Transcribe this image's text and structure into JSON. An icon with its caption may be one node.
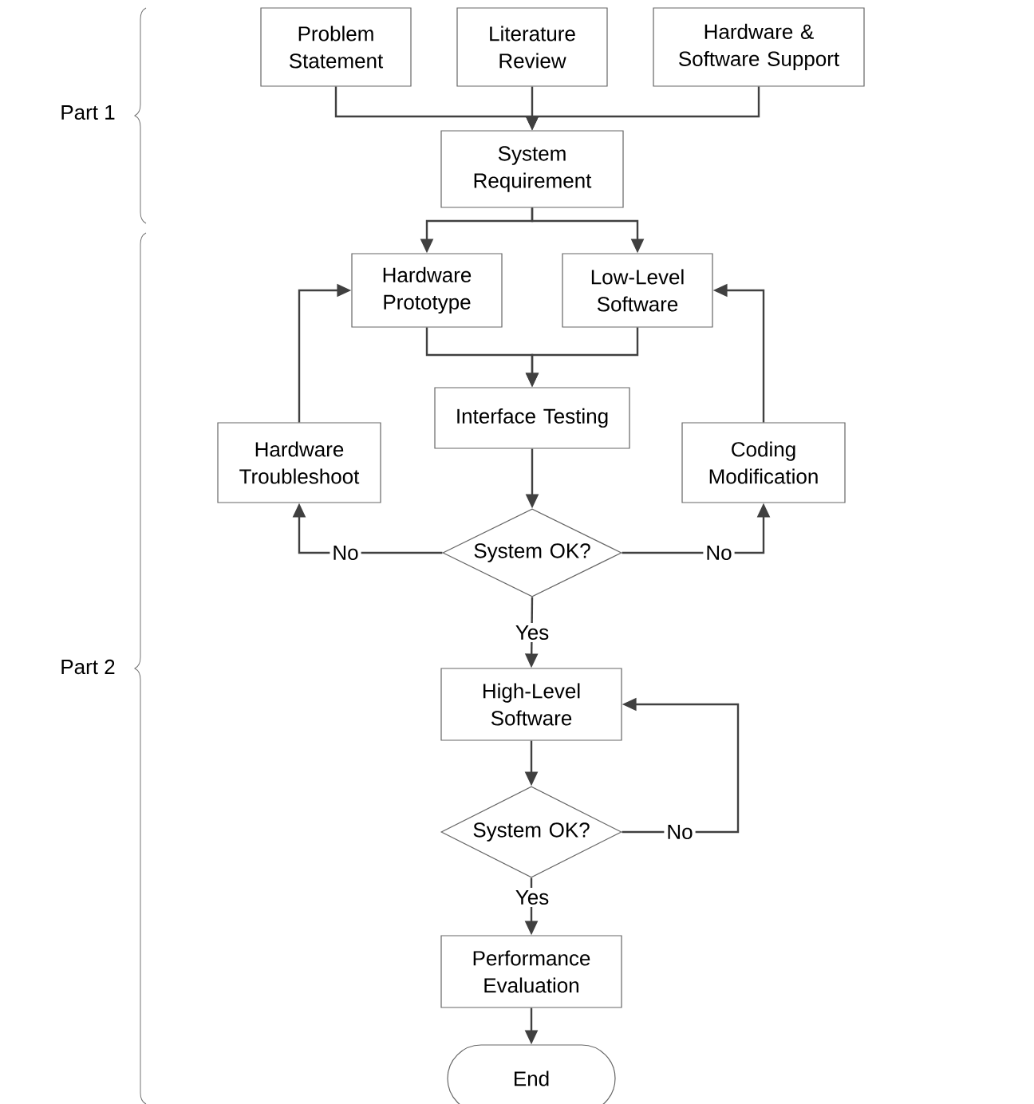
{
  "diagram": {
    "nodes": [
      {
        "text": [
          "Problem Statement"
        ]
      },
      {
        "text": [
          "Literature Review"
        ]
      },
      {
        "text": [
          "Hardware & Software Support"
        ]
      },
      {
        "text": [
          "System Requirement"
        ]
      },
      {
        "text": [
          "Hardware Prototype"
        ]
      },
      {
        "text": [
          "Low-Level Software"
        ]
      },
      {
        "text": [
          "Interface Testing"
        ]
      },
      {
        "text": [
          "Hardware Troubleshoot"
        ]
      },
      {
        "text": [
          "Coding Modification"
        ]
      },
      {
        "text": [
          "System OK?"
        ]
      },
      {
        "text": [
          "High-Level Software"
        ]
      },
      {
        "text": [
          "System OK?"
        ]
      },
      {
        "text": [
          "Performance Evaluation"
        ]
      },
      {
        "text": [
          "End"
        ]
      }
    ],
    "edges": [
      {
        "from": 0,
        "to": 3,
        "arrow": "to"
      },
      {
        "from": 1,
        "to": 3,
        "arrow": "to"
      },
      {
        "from": 2,
        "to": 3,
        "arrow": "to"
      },
      {
        "from": 3,
        "to": 4,
        "arrow": "to"
      },
      {
        "from": 3,
        "to": 5,
        "arrow": "to"
      },
      {
        "from": 4,
        "to": 6,
        "arrow": "to"
      },
      {
        "from": 5,
        "to": 6,
        "arrow": "to"
      },
      {
        "from": 6,
        "to": 9,
        "arrow": "to"
      },
      {
        "from": 9,
        "to": 7,
        "arrow": "to",
        "label": "No"
      },
      {
        "from": 9,
        "to": 8,
        "arrow": "to",
        "label": "No"
      },
      {
        "from": 7,
        "to": 4,
        "arrow": "to"
      },
      {
        "from": 8,
        "to": 5,
        "arrow": "to"
      },
      {
        "from": 9,
        "to": 10,
        "arrow": "to",
        "label": "Yes"
      },
      {
        "from": 10,
        "to": 11,
        "arrow": "to"
      },
      {
        "from": 11,
        "to": 10,
        "arrow": "to",
        "label": "No"
      },
      {
        "from": 11,
        "to": 12,
        "arrow": "to",
        "label": "Yes"
      },
      {
        "from": 12,
        "to": 13,
        "arrow": "to"
      }
    ],
    "labels": [
      "Part 1",
      "Part 2"
    ]
  }
}
